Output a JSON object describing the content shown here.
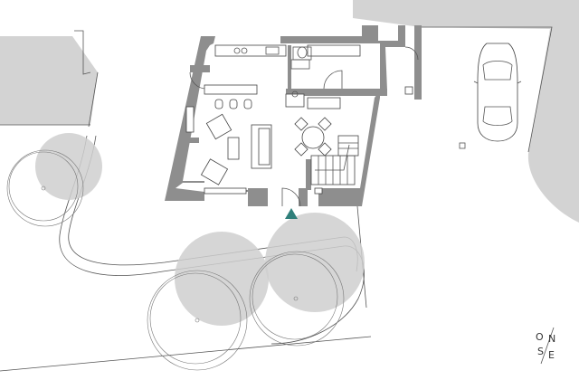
{
  "colors": {
    "wall": "#8e8e8e",
    "terrain": "#d3d3d3",
    "entrance_marker": "#2f7f7a",
    "line": "#555555",
    "tree_canopy": "#cfcfcf"
  },
  "compass": {
    "north": "N",
    "south": "S",
    "east": "E",
    "west": "O"
  },
  "icons": {
    "entrance": "entrance-triangle-icon",
    "car": "car-icon",
    "compass": "compass-rose-icon"
  }
}
